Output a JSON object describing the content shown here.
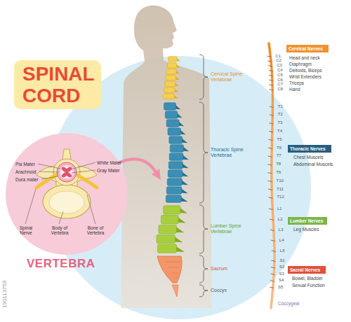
{
  "diagram": {
    "title": "SPINAL CORD",
    "nodes": [
      {
        "text": [
          "VERTEBRA"
        ]
      },
      {
        "text": [
          "Cervical Nerves"
        ]
      },
      {
        "text": [
          "Thoracic Nerves"
        ]
      },
      {
        "text": [
          "Lumber Nerves"
        ]
      },
      {
        "text": [
          "Sacral Nerves"
        ]
      }
    ],
    "labels": [
      "Pia Mater",
      "Arachnoid",
      "Dura mater",
      "White Mater",
      "Gray Mater",
      "Spinal Nerve",
      "Body of Vertebra",
      "Bone of Vertebra",
      "Cervical Spine Vertebrae",
      "Thoracic Spine Vertebrae",
      "Lumber Spine Vertebrae",
      "Sacrum",
      "Coccyx",
      "C1",
      "C2",
      "C3",
      "C4",
      "C5",
      "C6",
      "C7",
      "C8",
      "T1",
      "T2",
      "T3",
      "T4",
      "T5",
      "T6",
      "T7",
      "T8",
      "T9",
      "T10",
      "T11",
      "T12",
      "L1",
      "L2",
      "L3",
      "L4",
      "L5",
      "S1",
      "S2",
      "S3",
      "S4",
      "S5",
      "Coccygeal",
      "Head and neck",
      "Diaphragm",
      "Deltoids, Biceps",
      "Wrist Extenders",
      "Triceps",
      "Hand",
      "Chest Muscels",
      "Abdominal Muscels",
      "Leg Muscles",
      "Bowel, Bladder",
      "Sexual Function",
      "190113759"
    ]
  }
}
